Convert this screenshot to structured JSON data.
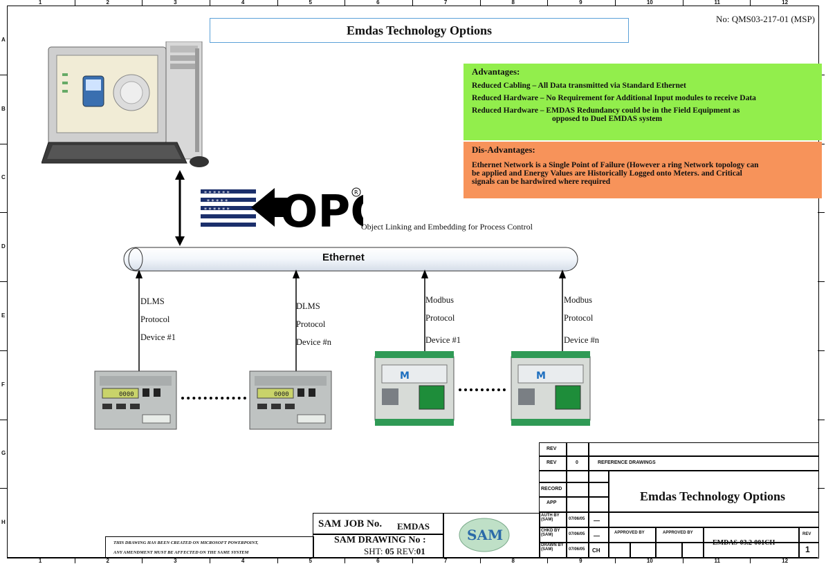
{
  "header": {
    "title": "Emdas Technology Options",
    "doc_number": "No:  QMS03-217-01 (MSP)"
  },
  "frame": {
    "columns": [
      "1",
      "2",
      "3",
      "4",
      "5",
      "6",
      "7",
      "8",
      "9",
      "10",
      "11",
      "12"
    ],
    "rows": [
      "A",
      "B",
      "C",
      "D",
      "E",
      "F",
      "G",
      "H"
    ]
  },
  "advantages": {
    "heading": "Advantages:",
    "items": [
      "Reduced Cabling    –  All Data transmitted via Standard Ethernet",
      "Reduced Hardware – No Requirement for Additional Input modules to receive Data",
      "Reduced Hardware – EMDAS Redundancy could be in the Field Equipment as",
      "opposed to Duel EMDAS system"
    ],
    "color": "#92ee4c"
  },
  "disadvantages": {
    "heading": "Dis-Advantages:",
    "lines": [
      "Ethernet Network is a Single Point of Failure (However a ring Network topology can",
      "be applied and Energy Values are Historically Logged onto Meters. and Critical",
      "signals can be hardwired where required"
    ],
    "color": "#f7935a"
  },
  "opc": {
    "logo_text": "OPC",
    "description": "Object Linking and Embedding for Process Control"
  },
  "network": {
    "label": "Ethernet"
  },
  "devices": [
    {
      "line1": "DLMS",
      "line2": "Protocol",
      "line3": "Device #1"
    },
    {
      "line1": "DLMS",
      "line2": "Protocol",
      "line3": "Device #n"
    },
    {
      "line1": "Modbus",
      "line2": "Protocol",
      "line3": "Device #1"
    },
    {
      "line1": "Modbus",
      "line2": "Protocol",
      "line3": "Device #n"
    }
  ],
  "meter_display": "0000",
  "title_block": {
    "rev_header": "REV",
    "rev_label": "REV",
    "rev_value": "0",
    "reference_drawings": "REFERENCE DRAWINGS",
    "record_label": "RECORD",
    "app_label": "APP",
    "auth_by": "AUTH BY (SAM)",
    "chkd_by": "CHKD BY (SAM)",
    "drawn_by": "DRAWN BY (SAM)",
    "dates": [
      "07/06/05",
      "07/06/05",
      "07/06/05"
    ],
    "dash": "—",
    "initials": "CH",
    "approved_by_1": "APPROVED BY",
    "approved_by_2": "APPROVED BY",
    "drawing_title": "Emdas Technology Options",
    "drawing_number": "EMDAS-03.2-001CH",
    "rev_col": "REV",
    "rev_num": "1",
    "job_label": "SAM JOB No.",
    "job_value": "EMDAS",
    "drawing_no_label": "SAM DRAWING No :",
    "sht_label": "SHT:",
    "sht_value": "05",
    "rev_label2": "REV:",
    "rev_value2": "01",
    "note_line1": "THIS DRAWING HAS BEEN CREATED ON MICROSOFT POWERPOINT,",
    "note_line2": "ANY AMENDMENT MUST BE AFFECTED ON THE SAME SYSTEM",
    "logo_text": "SAM"
  }
}
